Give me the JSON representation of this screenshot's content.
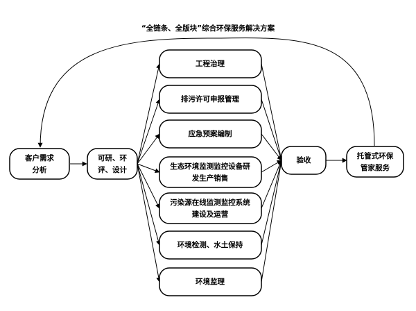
{
  "title": "“全链条、全版块”综合环保服务解决方案",
  "nodes": {
    "customer": {
      "lines": [
        "客户需求",
        "分析"
      ]
    },
    "feasibility": {
      "lines": [
        "可研、环",
        "评、设计"
      ]
    },
    "engineering": {
      "lines": [
        "工程治理"
      ]
    },
    "discharge_permit": {
      "lines": [
        "排污许可申报管理"
      ]
    },
    "emergency_plan": {
      "lines": [
        "应急预案编制"
      ]
    },
    "monitoring_equipment": {
      "lines": [
        "生态环境监测监控设备研",
        "发生产销售"
      ]
    },
    "online_monitoring": {
      "lines": [
        "污染源在线监测监控系统",
        "建设及运营"
      ]
    },
    "env_testing": {
      "lines": [
        "环境检测、水土保持"
      ]
    },
    "env_supervision": {
      "lines": [
        "环境监理"
      ]
    },
    "acceptance": {
      "lines": [
        "验收"
      ]
    },
    "custody": {
      "lines": [
        "托管式环保",
        "管家服务"
      ]
    }
  }
}
